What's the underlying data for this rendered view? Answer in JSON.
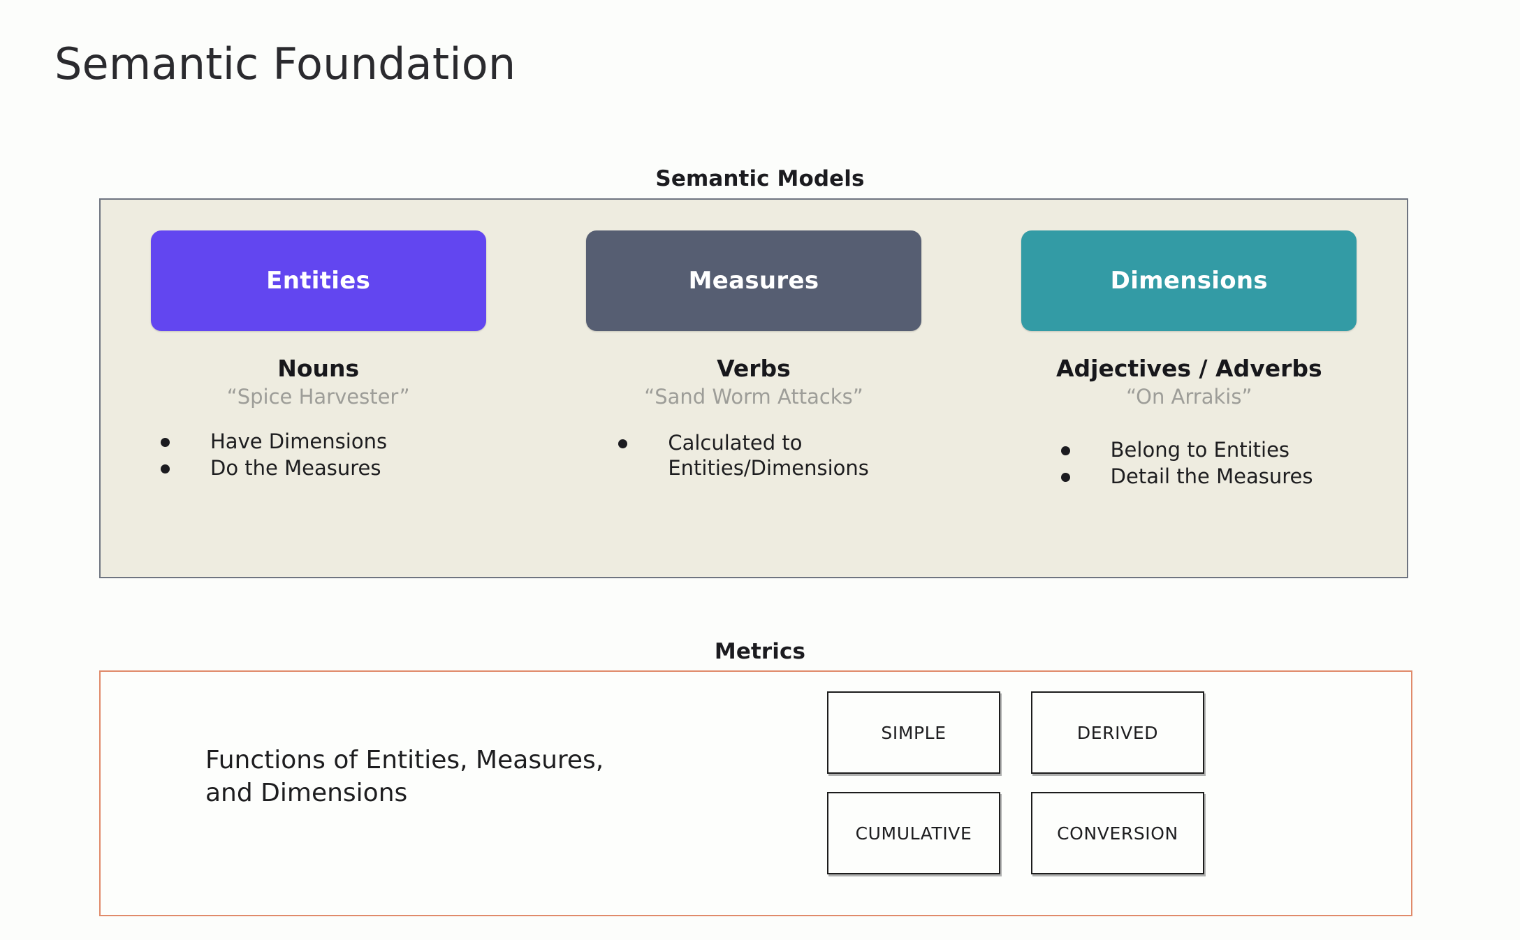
{
  "slide": {
    "title": "Semantic Foundation",
    "background_color": "#fcfdfb"
  },
  "semantic_models": {
    "heading": "Semantic Models",
    "panel_background": "#eeece0",
    "panel_border_color": "#6e7480",
    "columns": [
      {
        "chip_label": "Entities",
        "chip_color": "#6246f0",
        "part_of_speech": "Nouns",
        "example": "“Spice Harvester”",
        "bullets": [
          "Have Dimensions",
          "Do the Measures"
        ]
      },
      {
        "chip_label": "Measures",
        "chip_color": "#565e72",
        "part_of_speech": "Verbs",
        "example": "“Sand Worm Attacks”",
        "bullets": [
          "Calculated to\nEntities/Dimensions"
        ]
      },
      {
        "chip_label": "Dimensions",
        "chip_color": "#339ba5",
        "part_of_speech": "Adjectives / Adverbs",
        "example": "“On Arrakis”",
        "bullets": [
          "Belong to Entities",
          "Detail the Measures"
        ]
      }
    ]
  },
  "metrics": {
    "heading": "Metrics",
    "panel_border_color": "#e08a6a",
    "description": "Functions of Entities, Measures,\nand Dimensions",
    "types": [
      "SIMPLE",
      "DERIVED",
      "CUMULATIVE",
      "CONVERSION"
    ]
  }
}
